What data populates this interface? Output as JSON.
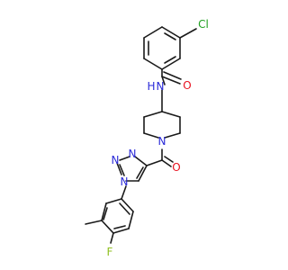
{
  "molecule": {
    "atoms": {
      "cl": {
        "text": "Cl",
        "color": "#1fa01f"
      },
      "amide_o": {
        "text": "O",
        "color": "#e8121f"
      },
      "amide_nh": {
        "text": "N",
        "color": "#2a2ad8"
      },
      "amide_h": {
        "text": "H",
        "color": "#2a2ad8"
      },
      "pip_n": {
        "text": "N",
        "color": "#2a2ad8"
      },
      "ketone_o": {
        "text": "O",
        "color": "#e8121f"
      },
      "triazole_n1": {
        "text": "N",
        "color": "#2a2ad8"
      },
      "triazole_n2": {
        "text": "N",
        "color": "#2a2ad8"
      },
      "triazole_n3": {
        "text": "N",
        "color": "#2a2ad8"
      },
      "fluorine": {
        "text": "F",
        "color": "#8fbf1f"
      }
    }
  }
}
